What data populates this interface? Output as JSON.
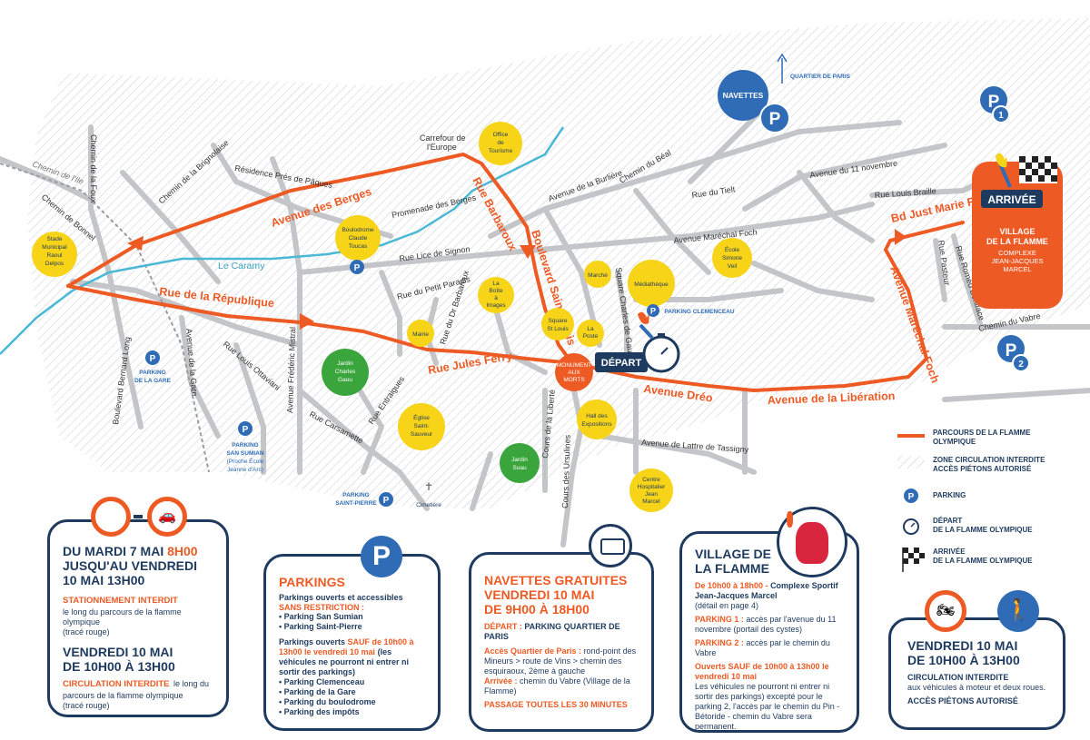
{
  "map": {
    "north_label": "QUARTIER DE PARIS",
    "navettes_label": "NAVETTES",
    "p1": "1",
    "p2": "2",
    "river_label": "Le Caramy",
    "route_labels": {
      "avenue_des_berges": "Avenue des Berges",
      "rue_barbaroux": "Rue Barbaroux",
      "boulevard_saint_louis": "Boulevard Saint-Louis",
      "rue_de_la_republique": "Rue de la République",
      "rue_jules_ferry": "Rue Jules Ferry",
      "avenue_dreo": "Avenue Dréo",
      "avenue_de_la_liberation": "Avenue de la Libération",
      "avenue_marechal_foch": "Avenue Maréchal Foch",
      "bd_just_marie_raynouard": "Bd Just Marie Raynouard"
    },
    "streets": {
      "chemin_de_la_foux": "Chemin de la Foux",
      "chemin_de_lie": "Chemin de l'Ile",
      "chemin_de_bonnel": "Chemin de Bonnel",
      "chemin_de_la_brignolaise": "Chemin de la Brignolaise",
      "residence_pres_de_paques": "Résidence Prés de Pâques",
      "promenade_des_berges": "Promenade des Berges",
      "rue_lice_de_signon": "Rue Lice de Signon",
      "rue_du_petit_paradis": "Rue du Petit Paradis",
      "rue_du_dr_barbaroux": "Rue du Dr Barbaroux",
      "avenue_de_la_gare": "Avenue de la Gare",
      "rue_louis_ottaviani": "Rue Louis Ottaviani",
      "avenue_frederic_mistral": "Avenue Frédéric Mistral",
      "rue_carsamette": "Rue Carsamette",
      "rue_entraigues": "Rue Entraigues",
      "boulevard_bernard_long": "Boulevard Bernard Long",
      "cours_de_la_liberte": "Cours de la Liberté",
      "cours_des_ursulines": "Cours des Ursulines",
      "avenue_de_lattre": "Avenue de Lattre de Tassigny",
      "avenue_de_la_burliere": "Avenue de la Burlière",
      "chemin_du_beal": "Chemin du Béal",
      "rue_du_tielt": "Rue du Tielt",
      "avenue_du_11_novembre": "Avenue du 11 novembre",
      "rue_louis_braille": "Rue Louis Braille",
      "avenue_marechal_foch_street": "Avenue Maréchal Foch",
      "rue_pasteur": "Rue Pasteur",
      "rue_romeo_boniface": "Rue Roméo Boniface",
      "chemin_du_vabre": "Chemin du Vabre",
      "square_charles_de_gaulle": "Square Charles de Gaulle",
      "carrefour_europe": [
        "Carrefour de",
        "l'Europe"
      ]
    },
    "pois": {
      "stade": [
        "Stade",
        "Municipal",
        "Raoul",
        "Delpos"
      ],
      "office": [
        "Office",
        "de",
        "Tourisme"
      ],
      "boulodrome": [
        "Boulodrome",
        "Claude",
        "Toucas"
      ],
      "la_boite": [
        "La",
        "Boîte",
        "à",
        "Images"
      ],
      "marche": [
        "Marché"
      ],
      "mediatheque": [
        "Médiathèque"
      ],
      "square_st_louis": [
        "Square",
        "St Louis"
      ],
      "la_poste": [
        "La",
        "Poste"
      ],
      "mairie": [
        "Mairie"
      ],
      "monument": [
        "MONUMENT",
        "AUX",
        "MORTS"
      ],
      "jardin_gaou": [
        "Jardin",
        "Charles",
        "Gaou"
      ],
      "eglise": [
        "Église",
        "Saint-",
        "Sauveur"
      ],
      "hall": [
        "Hall des",
        "Expositions"
      ],
      "jardin_suau": [
        "Jardin",
        "Suau"
      ],
      "centre_hosp": [
        "Centre",
        "Hospitalier",
        "Jean",
        "Marcel"
      ],
      "ecole": [
        "École",
        "Simone",
        "Veil"
      ],
      "cimetiere": [
        "Cimetière"
      ]
    },
    "parkings": {
      "gare": [
        "PARKING",
        "DE LA GARE"
      ],
      "san_sumian": [
        "PARKING",
        "SAN SUMIAN",
        "(Proche École",
        "Jeanne d'Arc)"
      ],
      "saint_pierre": [
        "PARKING",
        "SAINT-PIERRE"
      ],
      "clemenceau": "PARKING CLEMENCEAU"
    },
    "depart": "DÉPART",
    "arrivee": "ARRIVÉE",
    "village": [
      "VILLAGE",
      "DE LA FLAMME"
    ],
    "village_sub": [
      "COMPLEXE",
      "JEAN-JACQUES",
      "MARCEL"
    ]
  },
  "legend": {
    "route": [
      "PARCOURS DE LA FLAMME",
      "OLYMPIQUE"
    ],
    "zone": [
      "ZONE CIRCULATION INTERDITE",
      "ACCÈS PIÉTONS AUTORISÉ"
    ],
    "parking": "PARKING",
    "depart": [
      "DÉPART",
      "DE LA FLAMME OLYMPIQUE"
    ],
    "arrivee": [
      "ARRIVÉE",
      "DE LA FLAMME OLYMPIQUE"
    ]
  },
  "box1": {
    "title1_a": "DU MARDI 7 MAI ",
    "title1_b": "8H00",
    "title2": "JUSQU'AU VENDREDI",
    "title3": "10 MAI 13H00",
    "s1_head": "STATIONNEMENT INTERDIT",
    "s1_text": "le long du parcours de la flamme olympique",
    "s1_note": "(tracé rouge)",
    "title4": "VENDREDI 10 MAI",
    "title5": "DE 10H00 À 13H00",
    "s2_head": "CIRCULATION INTERDITE",
    "s2_text": "le long du parcours de la flamme olympique",
    "s2_note": "(tracé rouge)"
  },
  "box2": {
    "title": "PARKINGS",
    "intro": "Parkings ouverts et accessibles",
    "intro_o": "SANS RESTRICTION :",
    "list1": [
      "Parking San Sumian",
      "Parking Saint-Pierre"
    ],
    "p2_a": "Parkings ouverts ",
    "p2_o": "SAUF de 10h00 à 13h00 le vendredi 10 mai",
    "p2_b": "(les véhicules ne pourront ni entrer ni sortir des parkings)",
    "list2": [
      "Parking Clemenceau",
      "Parking de la Gare",
      "Parking du boulodrome",
      "Parking des impôts"
    ]
  },
  "box3": {
    "title1": "NAVETTES GRATUITES",
    "title2": "VENDREDI 10 MAI",
    "title3": "DE 9H00 À 18H00",
    "depart_o": "DÉPART : ",
    "depart": "PARKING QUARTIER DE PARIS",
    "acces_o": "Accès Quartier de Paris : ",
    "acces": "rond-point des Mineurs > route de Vins > chemin des esquiraoux, 2ème à gauche",
    "arrivee_o": "Arrivée : ",
    "arrivee": "chemin du Vabre (Village de la Flamme)",
    "passage": "PASSAGE TOUTES LES 30 MINUTES"
  },
  "box4": {
    "title1": "VILLAGE DE",
    "title2": "LA FLAMME",
    "l1_o": "De 10h00 à 18h00 - ",
    "l1": "Complexe Sportif Jean-Jacques Marcel",
    "l1_note": "(détail en page 4)",
    "p1_o": "PARKING 1 : ",
    "p1": "accès par l'avenue du 11 novembre (portail des cystes)",
    "p2_o": "PARKING 2 : ",
    "p2": "accès par le chemin du Vabre",
    "o_head": "Ouverts SAUF de 10h00 à 13h00 le vendredi 10 mai",
    "o_text": "Les véhicules ne pourront ni entrer ni sortir des parkings) excepté pour le parking 2, l'accès par le chemin du Pin - Bétoride - chemin du Vabre sera permanent."
  },
  "box5": {
    "title1": "VENDREDI 10 MAI",
    "title2": "DE 10H00 À 13H00",
    "head": "CIRCULATION INTERDITE",
    "text": "aux véhicules à moteur et deux roues.",
    "foot": "ACCÈS PIÉTONS AUTORISÉ"
  },
  "colors": {
    "route": "#ee5a24",
    "navy": "#1e3a5f",
    "parking_blue": "#2f6cb5",
    "river": "#4bb8d6",
    "poi_yellow": "#f7d417",
    "poi_green": "#3aa53c"
  }
}
